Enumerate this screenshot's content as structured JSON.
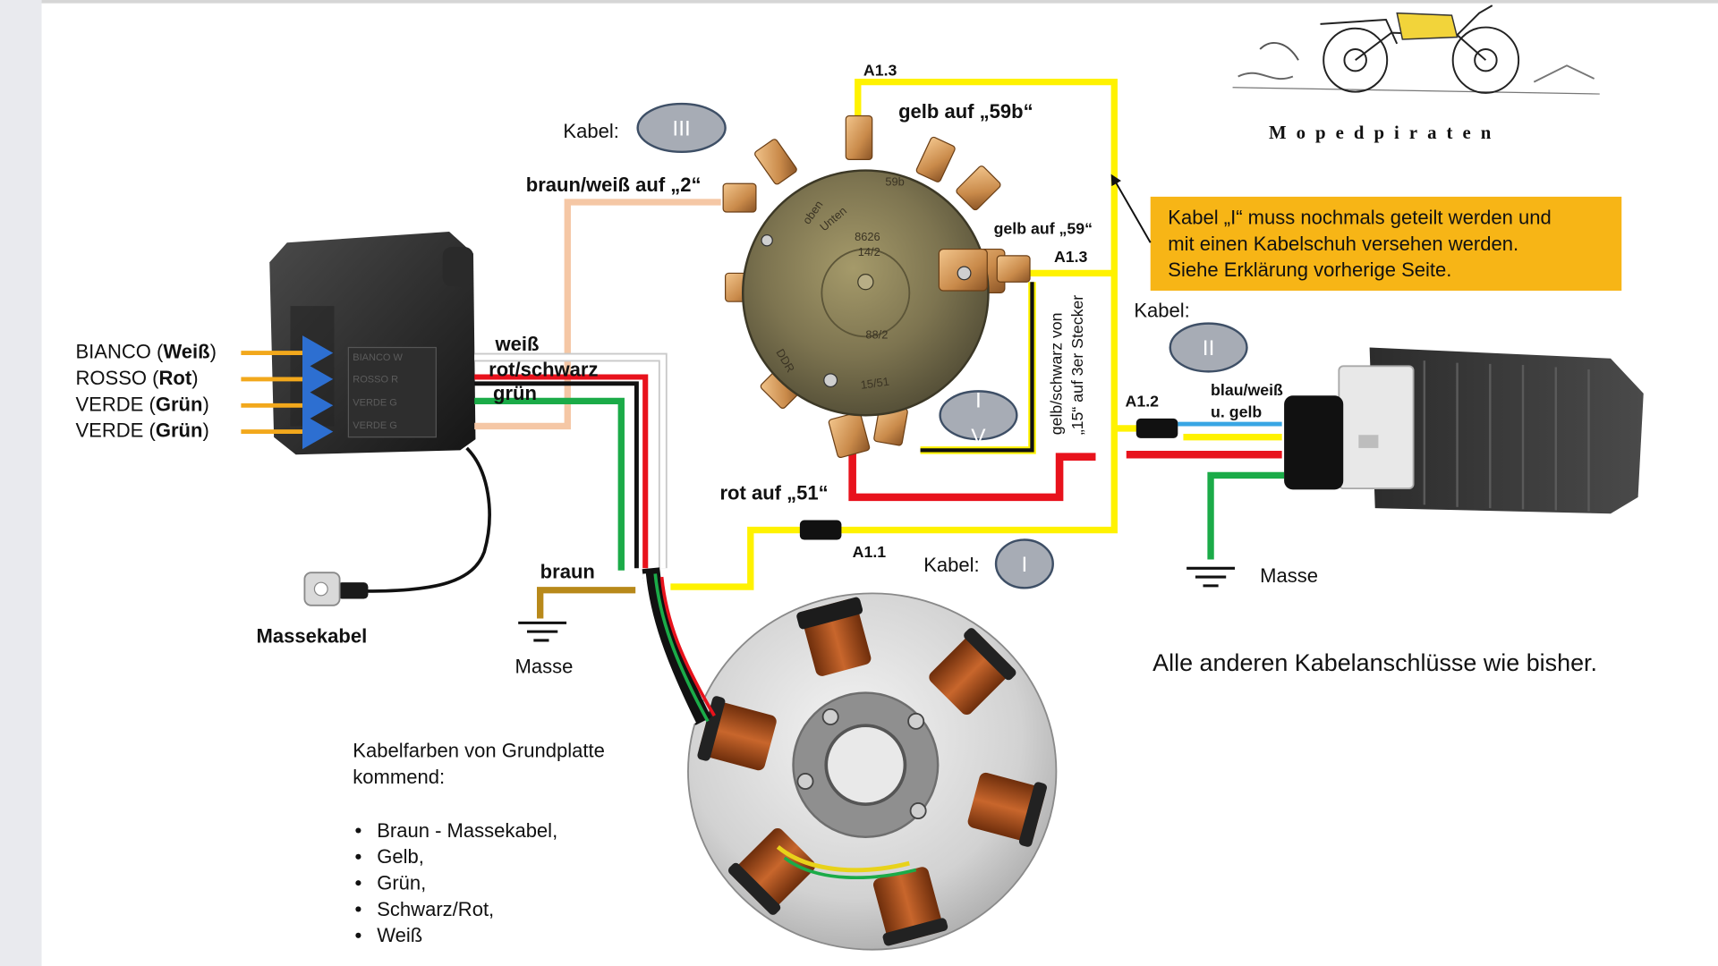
{
  "logo": {
    "text": "Mopedpiraten"
  },
  "cdi": {
    "inputs": [
      {
        "prefix": "BIANCO (",
        "bold": "Weiß",
        "suffix": ")"
      },
      {
        "prefix": "ROSSO (",
        "bold": "Rot",
        "suffix": ")"
      },
      {
        "prefix": "VERDE (",
        "bold": "Grün",
        "suffix": ")"
      },
      {
        "prefix": "VERDE (",
        "bold": "Grün",
        "suffix": ")"
      }
    ],
    "markings": [
      "BIANCO W",
      "ROSSO R",
      "VERDE G",
      "VERDE G"
    ],
    "ground_label": "Massekabel"
  },
  "wire_labels": {
    "weiss": "weiß",
    "rot_schwarz": "rot/schwarz",
    "gruen": "grün",
    "braun_weiss": "braun/weiß auf „2“",
    "braun": "braun",
    "gelb_59b": "gelb auf „59b“",
    "gelb_59": "gelb auf „59“",
    "rot_51": "rot auf „51“",
    "gelb_schwarz": [
      "gelb/schwarz von",
      "„15“ auf 3er Stecker"
    ],
    "blau_weiss": [
      "blau/weiß",
      "u. gelb"
    ]
  },
  "connectors": {
    "a13_top": "A1.3",
    "a13_side": "A1.3",
    "a12": "A1.2",
    "a11": "A1.1"
  },
  "cables": {
    "iii": {
      "label": "Kabel:",
      "badge": "III"
    },
    "ii": {
      "label": "Kabel:",
      "badge": "II"
    },
    "i": {
      "label": "Kabel:",
      "badge": "I"
    },
    "iv": {
      "badge_lines": [
        "I",
        "V"
      ]
    }
  },
  "switch": {
    "markings": [
      "59b",
      "oben",
      "Unten",
      "8626",
      "14/2",
      "88/2",
      "15/51",
      "DDR"
    ]
  },
  "note": {
    "lines": [
      "Kabel „I“ muss nochmals geteilt werden und",
      "mit einen Kabelschuh versehen werden.",
      "Siehe Erklärung vorherige Seite."
    ],
    "background": "#f7b516"
  },
  "ground": {
    "left": "Masse",
    "right": "Masse"
  },
  "footer_note": "Alle anderen Kabelanschlüsse wie bisher.",
  "stator_colors": {
    "title": [
      "Kabelfarben von Grundplatte",
      "kommend:"
    ],
    "items": [
      "Braun - Massekabel,",
      "Gelb,",
      "Grün,",
      "Schwarz/Rot,",
      "Weiß"
    ]
  },
  "colors": {
    "yellow_wire": "#fff200",
    "red_wire": "#e8121c",
    "green_wire": "#1bab48",
    "brown_wire": "#b8891a",
    "peach_wire": "#f5c7a5",
    "blue_wire": "#38a6e4",
    "black_wire": "#111111",
    "white_wire": "#ffffff",
    "arrow_orange": "#f2a81c",
    "badge_fill": "#a7acb5",
    "badge_stroke": "#3e4f66",
    "note_box": "#f7b516"
  }
}
